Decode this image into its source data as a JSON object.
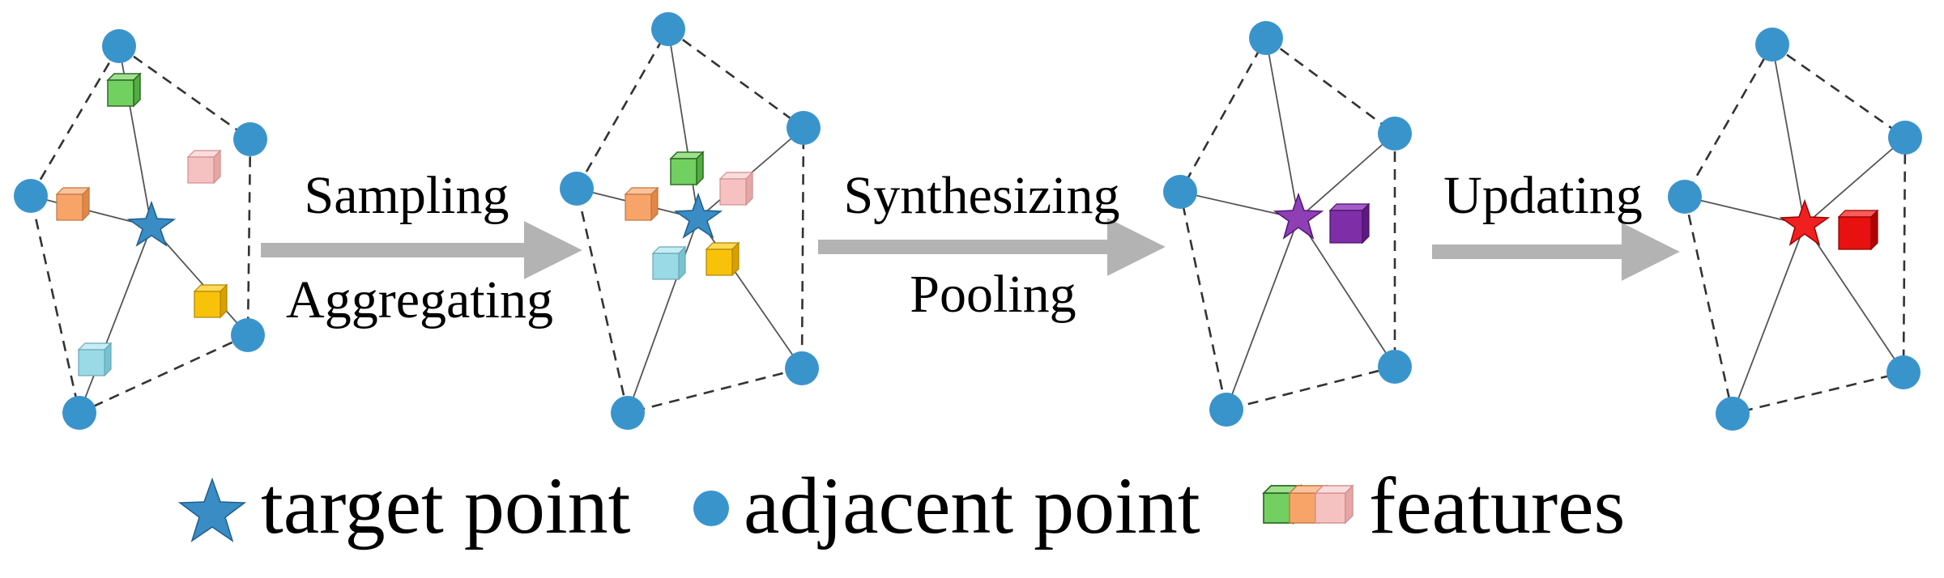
{
  "steps": [
    {
      "line1": "Sampling",
      "line2": "Aggregating"
    },
    {
      "line1": "Synthesizing",
      "line2": "Pooling"
    },
    {
      "line1": "Updating",
      "line2": ""
    }
  ],
  "legend": {
    "target": "target point",
    "adjacent": "adjacent point",
    "features": "features"
  },
  "colors": {
    "node": "#3a94cc",
    "arrow": "#b3b3b3",
    "star_stage1": "#3a8cc4",
    "star_stage2": "#3a8cc4",
    "star_stage3": "#8e3fb4",
    "star_stage4": "#f02020",
    "feature_green": "#70d060",
    "feature_orange": "#f7a469",
    "feature_pink": "#f6c1c1",
    "feature_yellow": "#f8c20a",
    "feature_cyan": "#9ad9e6",
    "feature_purple": "#7e2ea6",
    "feature_red": "#e81010"
  },
  "icons": {
    "target": "star-icon",
    "adjacent": "circle-node-icon",
    "features": "cube-icon"
  }
}
